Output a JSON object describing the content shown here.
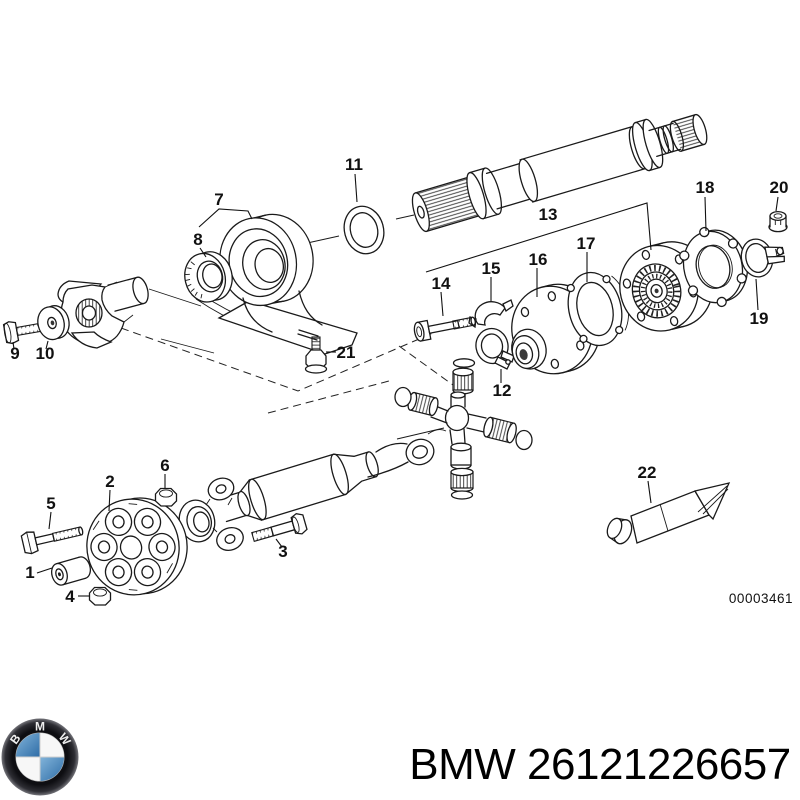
{
  "diagram": {
    "code": "00003461",
    "callouts": [
      {
        "n": "1"
      },
      {
        "n": "2"
      },
      {
        "n": "3"
      },
      {
        "n": "4"
      },
      {
        "n": "5"
      },
      {
        "n": "6"
      },
      {
        "n": "7"
      },
      {
        "n": "8"
      },
      {
        "n": "9"
      },
      {
        "n": "10"
      },
      {
        "n": "11"
      },
      {
        "n": "12"
      },
      {
        "n": "13"
      },
      {
        "n": "14"
      },
      {
        "n": "15"
      },
      {
        "n": "16"
      },
      {
        "n": "17"
      },
      {
        "n": "18"
      },
      {
        "n": "19"
      },
      {
        "n": "20"
      },
      {
        "n": "21"
      },
      {
        "n": "22"
      }
    ]
  },
  "footer": {
    "text": "BMW 26121226657",
    "logo_letters": [
      "B",
      "M",
      "W"
    ]
  },
  "colors": {
    "line": "#1a1a1a",
    "logo_blue": "#2e6ca6",
    "logo_ring": "#101014"
  }
}
